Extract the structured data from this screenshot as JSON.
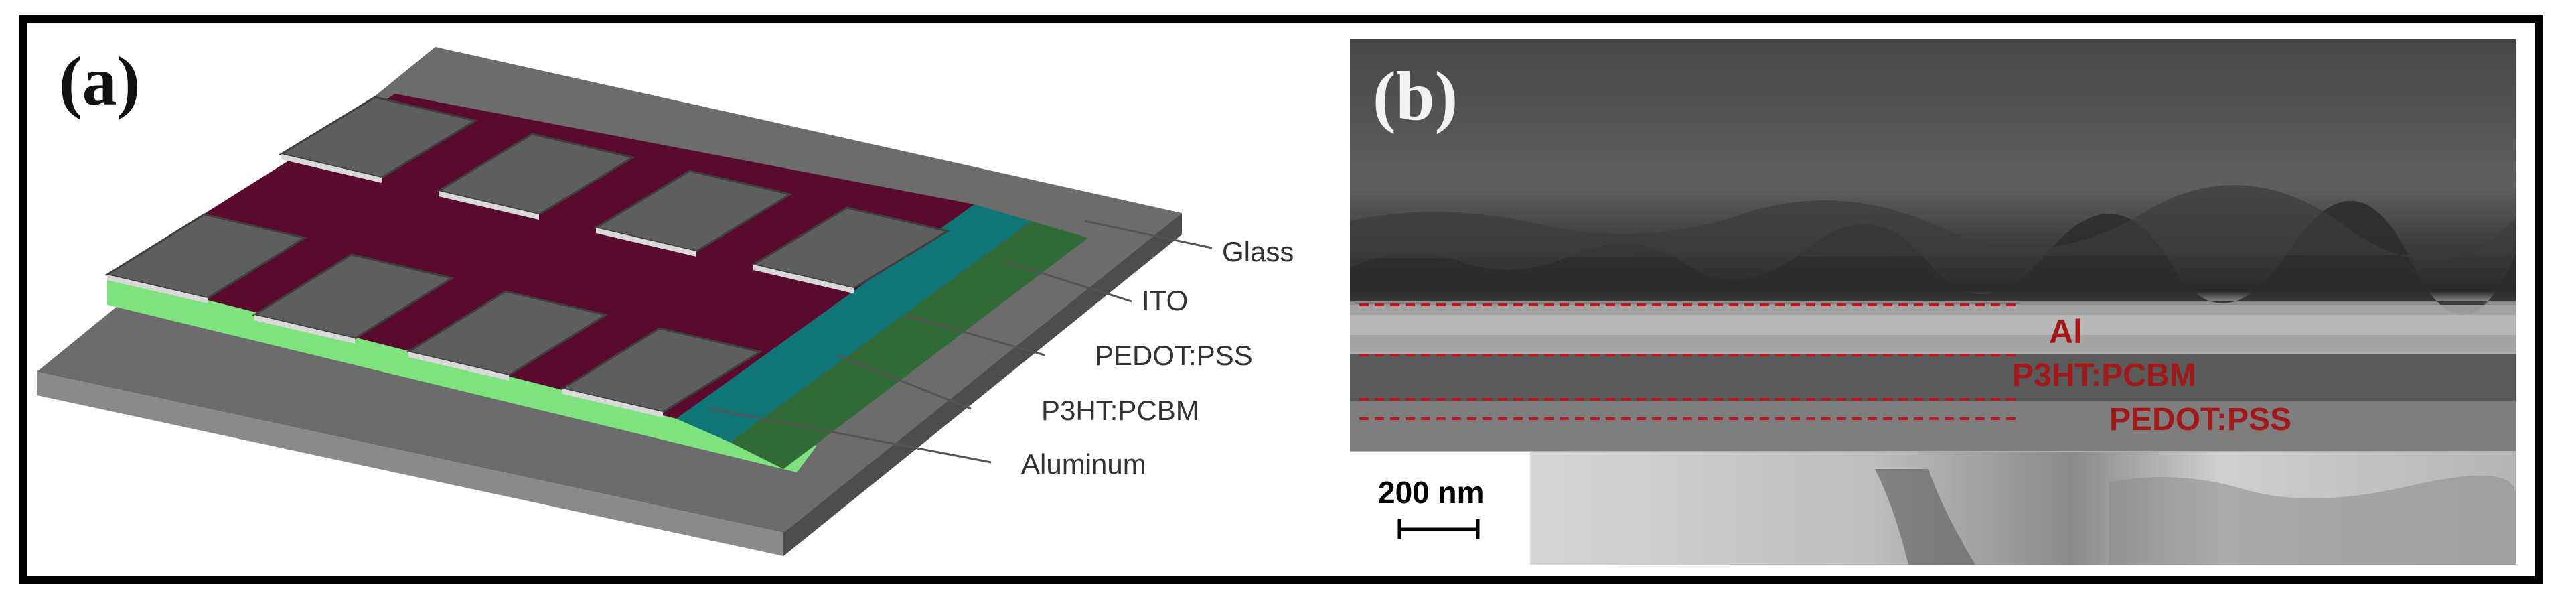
{
  "panels": {
    "a": {
      "label": "(a)"
    },
    "b": {
      "label": "(b)"
    }
  },
  "device_layers": {
    "glass": "Glass",
    "ito": "ITO",
    "pedot": "PEDOT:PSS",
    "p3ht": "P3HT:PCBM",
    "aluminum": "Aluminum"
  },
  "sem_layers": {
    "al": "Al",
    "p3ht": "P3HT:PCBM",
    "pedot": "PEDOT:PSS"
  },
  "scale_bar": {
    "label": "200 nm"
  },
  "colors": {
    "substrate_top": "#6c6c6c",
    "substrate_side": "#8a8a8a",
    "electrode": "#5e5e5e",
    "active_layer": "#5a0a2c",
    "ito_green": "#7ee27e",
    "pedot_teal": "#0f7577",
    "dark_green": "#2f6a37",
    "sem_label_red": "#a11818"
  }
}
